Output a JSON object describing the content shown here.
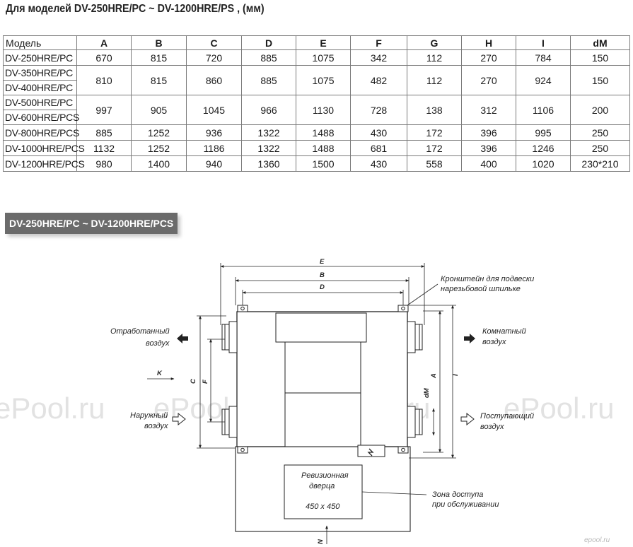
{
  "title": "Для моделей DV-250HRE/PC ~ DV-1200HRE/PS , (мм)",
  "table": {
    "headers": [
      "Модель",
      "A",
      "B",
      "C",
      "D",
      "E",
      "F",
      "G",
      "H",
      "I",
      "dM"
    ],
    "rows": [
      {
        "models": [
          "DV-250HRE/PC"
        ],
        "values": [
          "670",
          "815",
          "720",
          "885",
          "1075",
          "342",
          "112",
          "270",
          "784",
          "150"
        ]
      },
      {
        "models": [
          "DV-350HRE/PC",
          "DV-400HRE/PC"
        ],
        "values": [
          "810",
          "815",
          "860",
          "885",
          "1075",
          "482",
          "112",
          "270",
          "924",
          "150"
        ]
      },
      {
        "models": [
          "DV-500HRE/PC",
          "DV-600HRE/PCS"
        ],
        "values": [
          "997",
          "905",
          "1045",
          "966",
          "1130",
          "728",
          "138",
          "312",
          "1106",
          "200"
        ]
      },
      {
        "models": [
          "DV-800HRE/PCS"
        ],
        "values": [
          "885",
          "1252",
          "936",
          "1322",
          "1488",
          "430",
          "172",
          "396",
          "995",
          "250"
        ]
      },
      {
        "models": [
          "DV-1000HRE/PCS"
        ],
        "values": [
          "1132",
          "1252",
          "1186",
          "1322",
          "1488",
          "681",
          "172",
          "396",
          "1246",
          "250"
        ]
      },
      {
        "models": [
          "DV-1200HRE/PCS"
        ],
        "values": [
          "980",
          "1400",
          "940",
          "1360",
          "1500",
          "430",
          "558",
          "400",
          "1020",
          "230*210"
        ]
      }
    ]
  },
  "section_label": "DV-250HRE/PC  ~ DV-1200HRE/PCS",
  "drawing": {
    "dim_E": "E",
    "dim_B": "B",
    "dim_D": "D",
    "dim_A": "A",
    "dim_I": "I",
    "dim_C": "C",
    "dim_F": "F",
    "dim_K": "K",
    "dim_dM": "dM",
    "dim_N": "N",
    "bracket_line1": "Кронштейн для подвески",
    "bracket_line2": "нарезьбовой шпильке",
    "exhaust_line1": "Отработанный",
    "exhaust_line2": "воздух",
    "room_line1": "Комнатный",
    "room_line2": "воздух",
    "outdoor_line1": "Наружный",
    "outdoor_line2": "воздух",
    "supply_line1": "Поступающий",
    "supply_line2": "воздух",
    "door_line1": "Ревизионная",
    "door_line2": "дверца",
    "door_size": "450 x 450",
    "zone_line1": "Зона доступа",
    "zone_line2": "при обслуживании"
  },
  "watermarks": [
    "ePool.ru",
    "ePool.ru",
    "ePool.ru",
    "ePool.ru"
  ],
  "corner_logo": "epool.ru"
}
